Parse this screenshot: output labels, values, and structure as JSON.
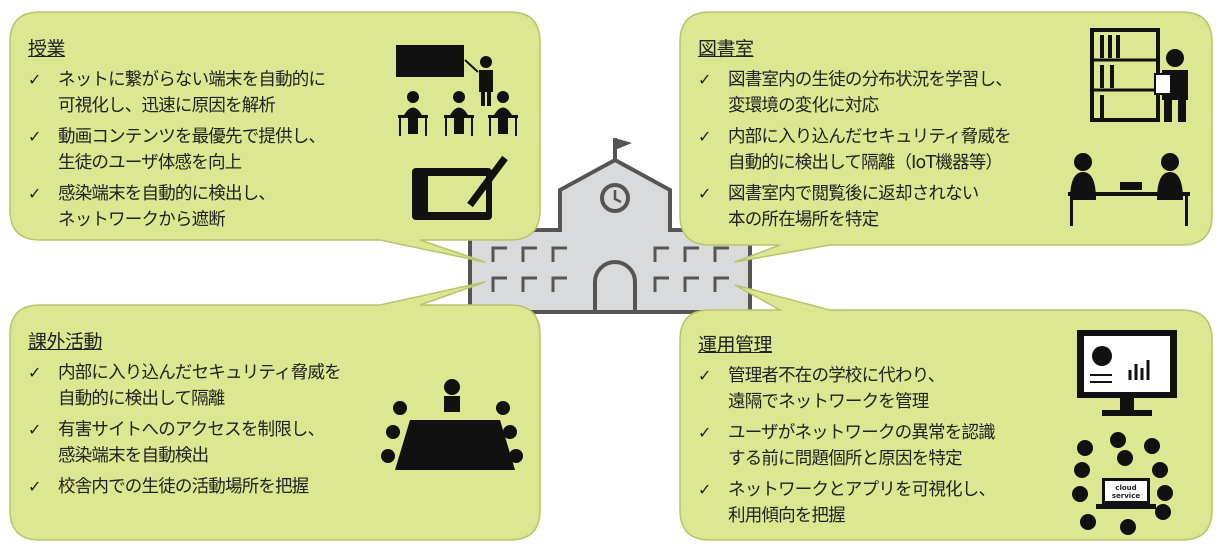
{
  "colors": {
    "bubble": "#dde690",
    "bubble_border": "#b7c46a",
    "building": "#d9dadc",
    "building_stroke": "#555555"
  },
  "panels": [
    {
      "title": "授業",
      "items": [
        "ネットに繋がらない端末を自動的に\n可視化し、迅速に原因を解析",
        "動画コンテンツを最優先で提供し、\n生徒のユーザ体感を向上",
        "感染端末を自動的に検出し、\nネットワークから遮断"
      ]
    },
    {
      "title": "図書室",
      "items": [
        "図書室内の生徒の分布状況を学習し、\n変環境の変化に対応",
        "内部に入り込んだセキュリティ脅威を\n自動的に検出して隔離（IoT機器等）",
        "図書室内で閲覧後に返却されない\n本の所在場所を特定"
      ]
    },
    {
      "title": "課外活動",
      "items": [
        "内部に入り込んだセキュリティ脅威を\n自動的に検出して隔離",
        "有害サイトへのアクセスを制限し、\n感染端末を自動検出",
        "校舎内での生徒の活動場所を把握"
      ]
    },
    {
      "title": "運用管理",
      "items": [
        "管理者不在の学校に代わり、\n遠隔でネットワークを管理",
        "ユーザがネットワークの異常を認識\nする前に問題個所と原因を特定",
        "ネットワークとアプリを可視化し、\n利用傾向を把握"
      ]
    }
  ],
  "check_mark": "✓",
  "cloud_label": "cloud service"
}
